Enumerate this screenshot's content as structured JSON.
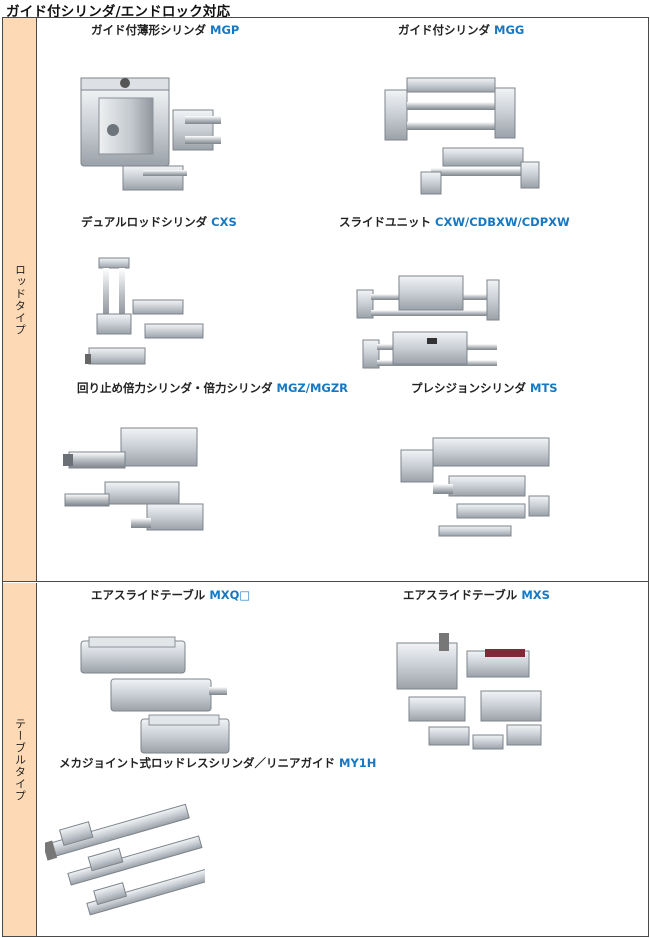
{
  "page_title": "ガイド付シリンダ/エンドロック対応",
  "rows": [
    {
      "label": "ロッドタイプ",
      "products": [
        {
          "name": "ガイド付薄形シリンダ",
          "model": "MGP"
        },
        {
          "name": "ガイド付シリンダ",
          "model": "MGG"
        },
        {
          "name": "デュアルロッドシリンダ",
          "model": "CXS"
        },
        {
          "name": "スライドユニット",
          "model": "CXW/CDBXW/CDPXW"
        },
        {
          "name": "回り止め倍力シリンダ・倍力シリンダ",
          "model": "MGZ/MGZR"
        },
        {
          "name": "プレシジョンシリンダ",
          "model": "MTS"
        }
      ]
    },
    {
      "label": "テーブルタイプ",
      "products": [
        {
          "name": "エアスライドテーブル",
          "model": "MXQ□"
        },
        {
          "name": "エアスライドテーブル",
          "model": "MXS"
        },
        {
          "name": "メカジョイント式ロッドレスシリンダ／リニアガイド",
          "model": "MY1H"
        }
      ]
    }
  ],
  "colors": {
    "side_label_bg": "#fdd9b5",
    "model_text": "#1778c2",
    "border": "#4a4a4a"
  }
}
